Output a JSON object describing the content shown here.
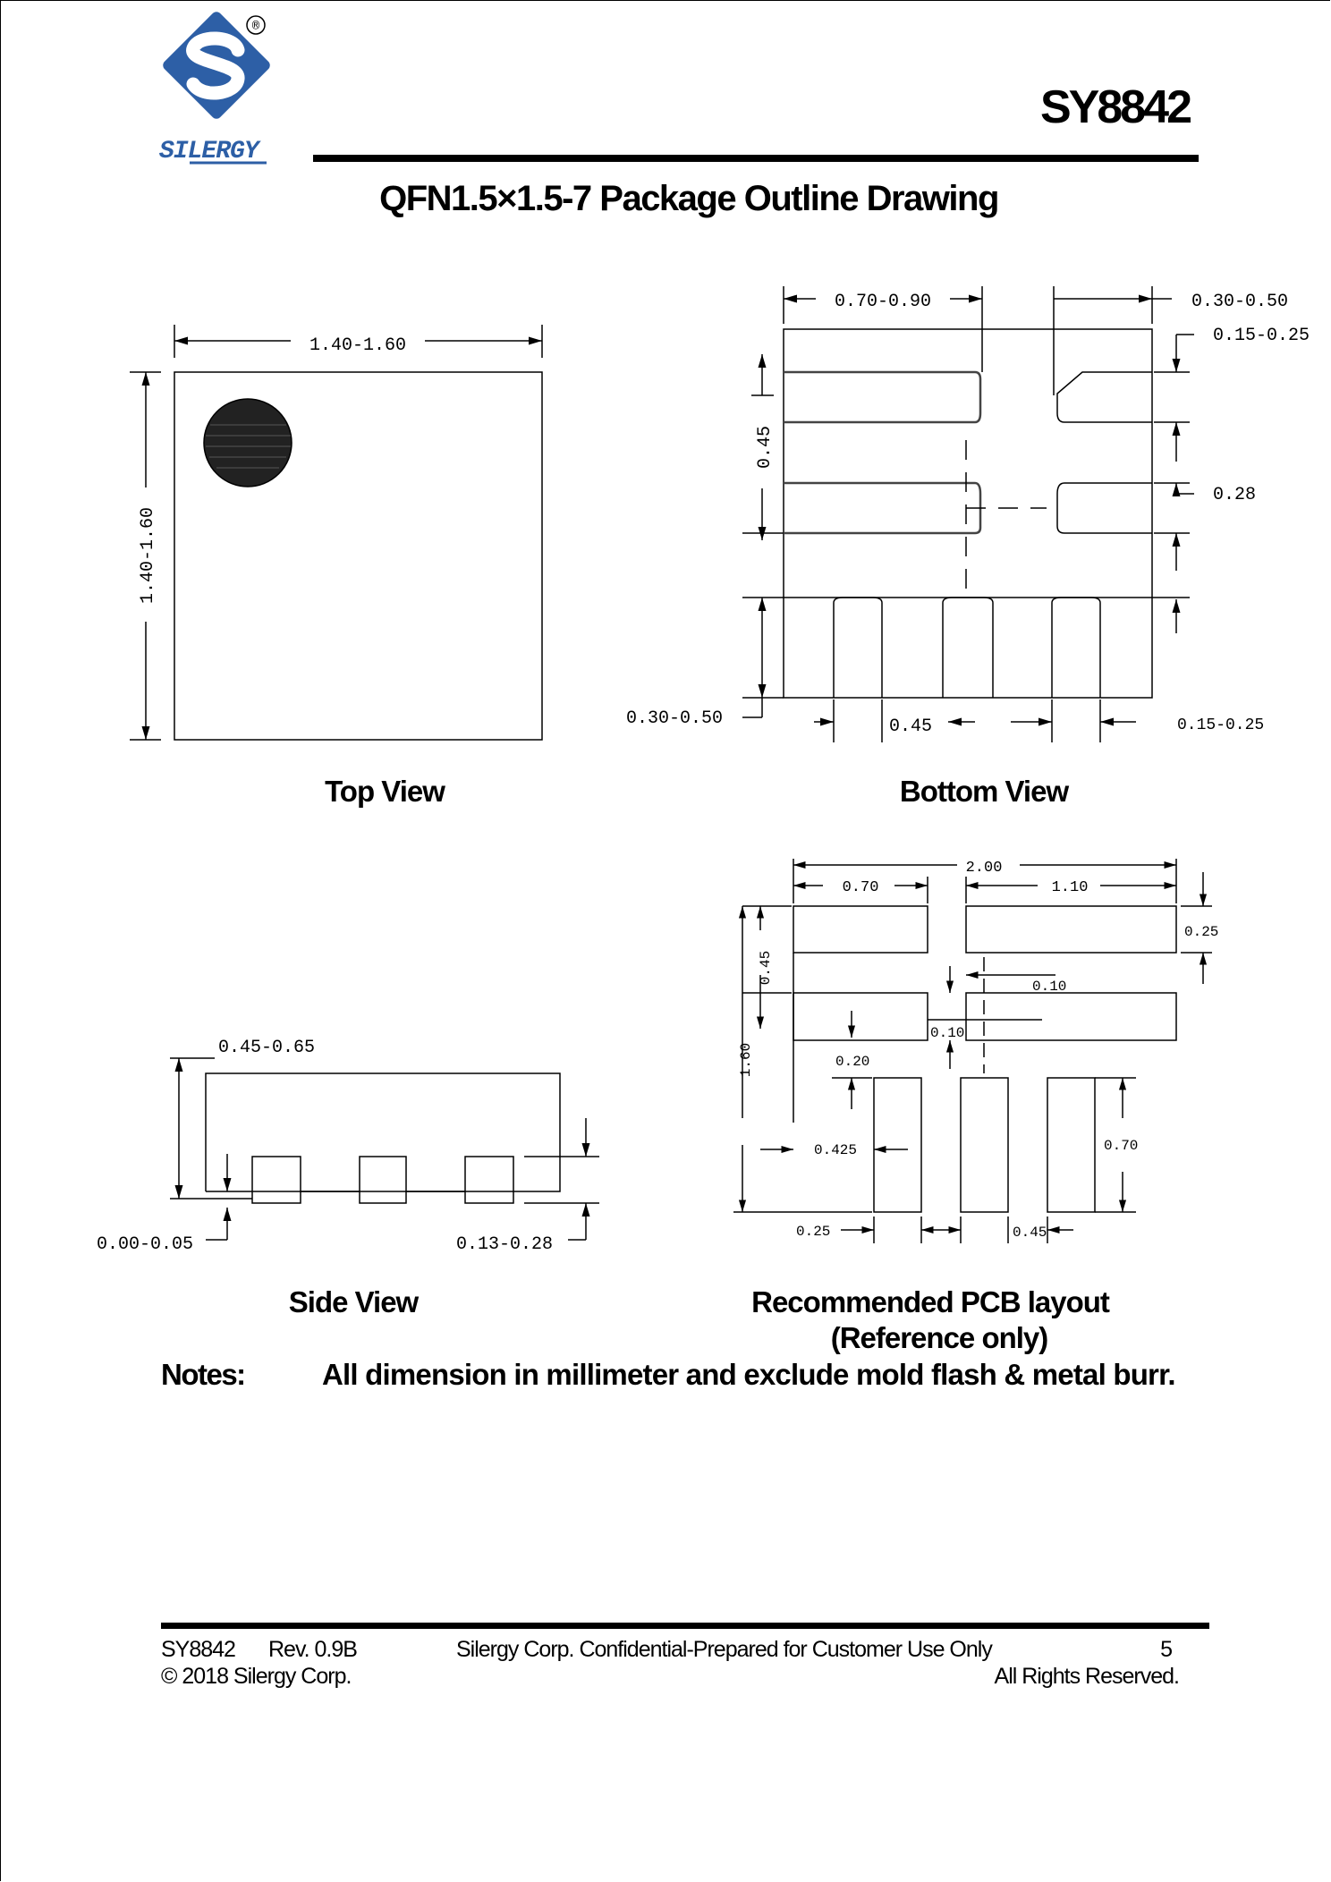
{
  "header": {
    "logo_text": "SILERGY",
    "registered_mark": "®",
    "part_number": "SY8842",
    "title": "QFN1.5×1.5-7 Package Outline Drawing"
  },
  "top_view": {
    "caption": "Top View",
    "dim_width": "1.40-1.60",
    "dim_height": "1.40-1.60"
  },
  "bottom_view": {
    "caption": "Bottom View",
    "dim_top_left": "0.70-0.90",
    "dim_top_right": "0.30-0.50",
    "dim_right_upper": "0.15-0.25",
    "dim_left_pitch": "0.45",
    "dim_right_middle": "0.28",
    "dim_bottom_left": "0.30-0.50",
    "dim_bottom_pitch": "0.45",
    "dim_bottom_right": "0.15-0.25"
  },
  "side_view": {
    "caption": "Side View",
    "dim_height": "0.45-0.65",
    "dim_standoff": "0.00-0.05",
    "dim_lead": "0.13-0.28"
  },
  "pcb_layout": {
    "caption_line1": "Recommended PCB layout",
    "caption_line2": "(Reference only)",
    "dim_total": "2.00",
    "dim_left_pad": "0.70",
    "dim_right_pad": "1.10",
    "dim_pad_height": "0.25",
    "dim_pitch_v": "0.45",
    "dim_gap_right": "0.10",
    "dim_gap_mid": "0.10",
    "dim_gap_below": "0.20",
    "dim_height": "1.60",
    "dim_offset": "0.425",
    "dim_bottom_pad_h": "0.70",
    "dim_bottom_left": "0.25",
    "dim_bottom_pitch": "0.45"
  },
  "notes": {
    "label": "Notes:",
    "text": "All dimension in millimeter and exclude mold flash & metal burr."
  },
  "footer": {
    "part": "SY8842",
    "revision": "Rev. 0.9B",
    "confidential": "Silergy Corp. Confidential-Prepared for Customer Use Only",
    "page": "5",
    "copyright": "© 2018 Silergy Corp.",
    "rights": "All Rights Reserved."
  },
  "colors": {
    "brand_blue": "#2d5fa6",
    "ink": "#000000"
  }
}
